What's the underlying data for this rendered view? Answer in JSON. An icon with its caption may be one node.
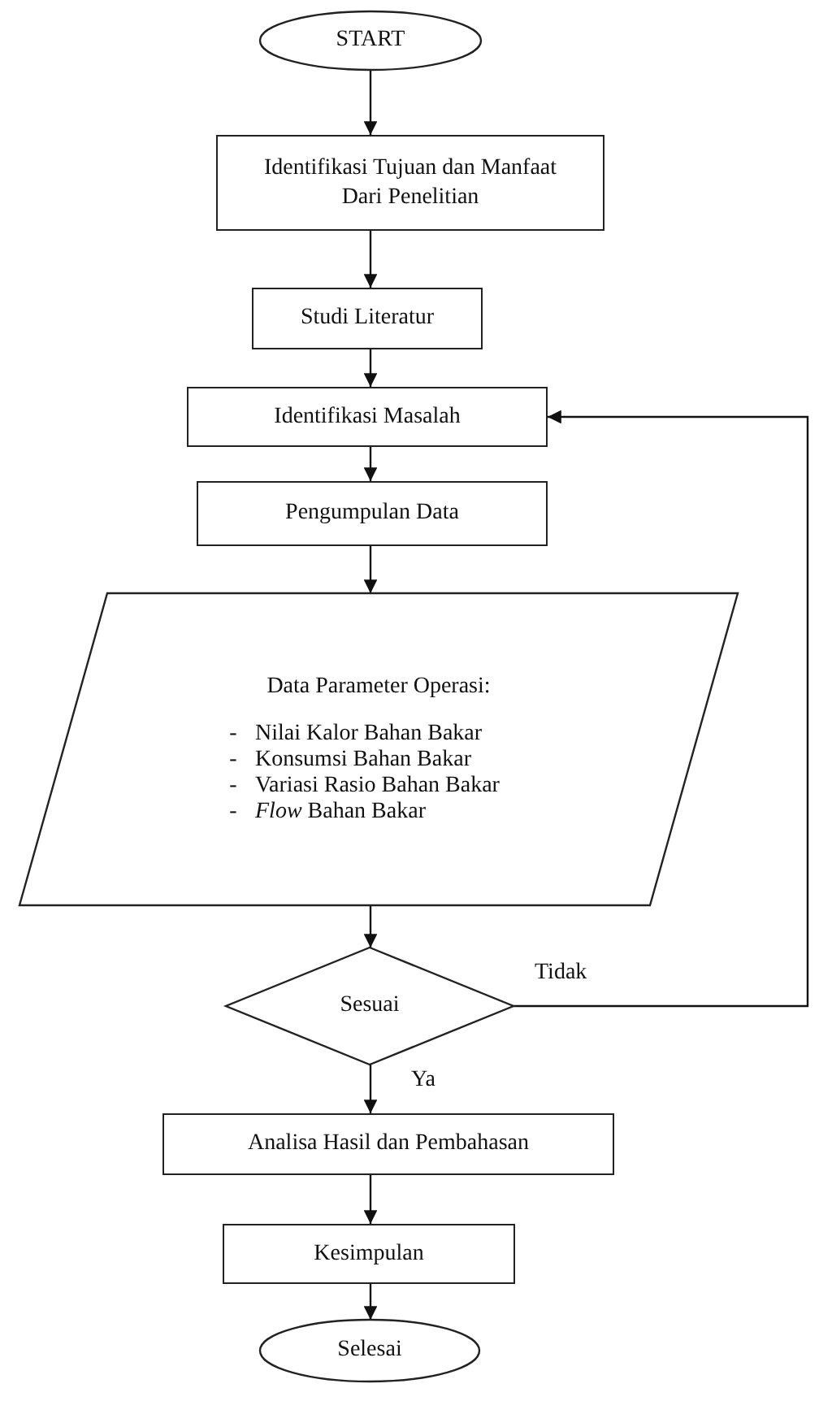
{
  "diagram": {
    "nodes": [
      {
        "text": [
          "START"
        ]
      },
      {
        "text": [
          "Identifikasi Tujuan dan Manfaat Dari Penelitian"
        ]
      },
      {
        "text": [
          "Studi Literatur"
        ]
      },
      {
        "text": [
          "Identifikasi Masalah"
        ]
      },
      {
        "text": [
          "Pengumpulan Data"
        ]
      },
      {
        "text": [
          "Data Parameter Operasi:",
          "- Nilai Kalor Bahan Bakar",
          "- Konsumsi Bahan Bakar",
          "- Variasi Rasio Bahan Bakar",
          "- *Flow* Bahan Bakar"
        ]
      },
      {
        "text": [
          "Sesuai"
        ]
      },
      {
        "text": [
          "Analisa Hasil dan Pembahasan"
        ]
      },
      {
        "text": [
          "Kesimpulan"
        ]
      },
      {
        "text": [
          "Selesai"
        ]
      }
    ],
    "edges": [
      {
        "from": 0,
        "to": 1,
        "arrow": "to"
      },
      {
        "from": 1,
        "to": 2,
        "arrow": "to"
      },
      {
        "from": 2,
        "to": 3,
        "arrow": "to"
      },
      {
        "from": 3,
        "to": 4,
        "arrow": "to"
      },
      {
        "from": 4,
        "to": 5,
        "arrow": "to"
      },
      {
        "from": 5,
        "to": 6,
        "arrow": "to"
      },
      {
        "from": 6,
        "to": 3,
        "arrow": "to",
        "label": "Tidak"
      },
      {
        "from": 6,
        "to": 7,
        "arrow": "to",
        "label": "Ya"
      },
      {
        "from": 7,
        "to": 8,
        "arrow": "to"
      },
      {
        "from": 8,
        "to": 9,
        "arrow": "to"
      }
    ]
  }
}
